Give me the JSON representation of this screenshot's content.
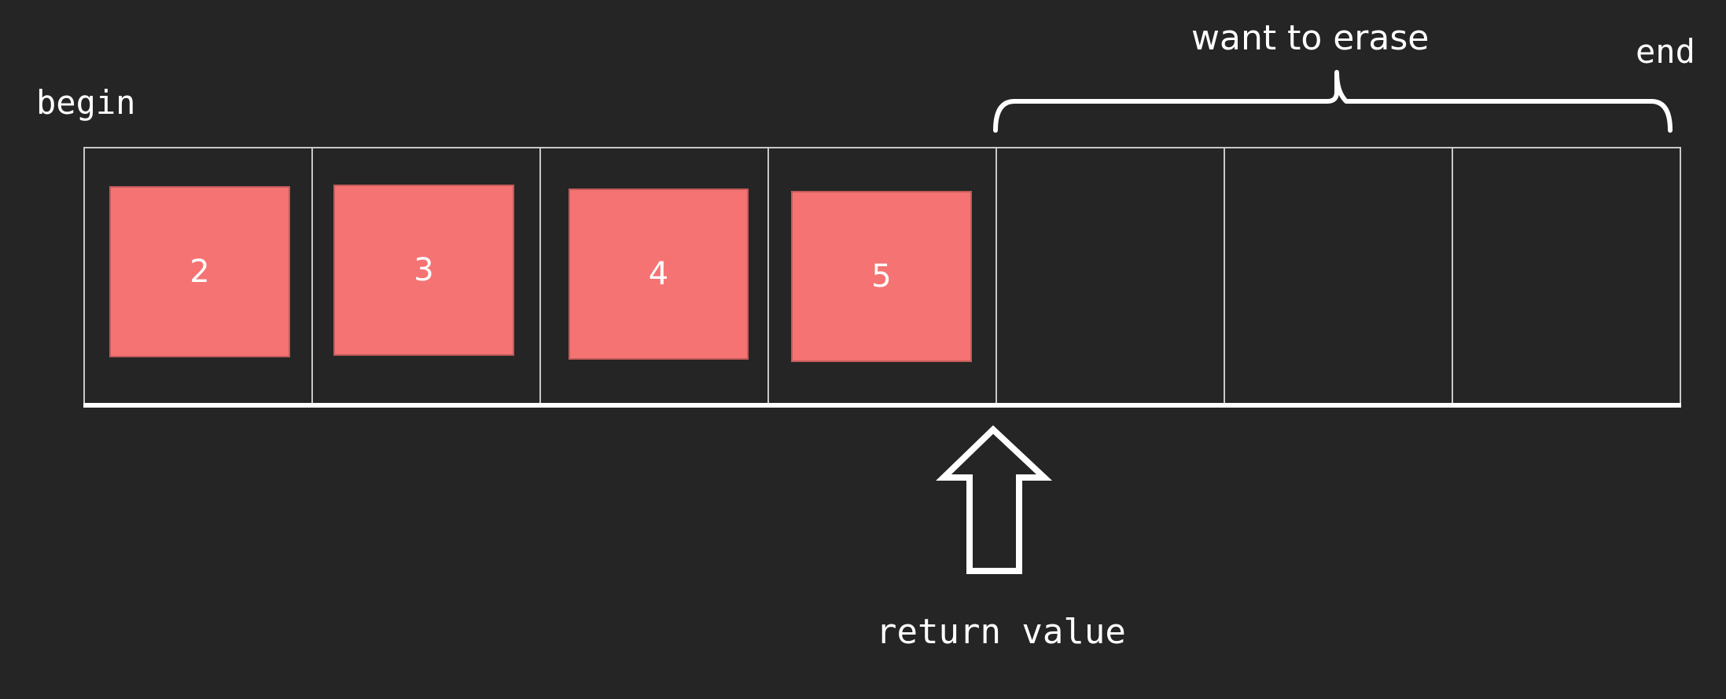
{
  "labels": {
    "begin": "begin",
    "end": "end",
    "want_to_erase": "want to erase",
    "return_value": "return value"
  },
  "cells": [
    {
      "value": "2"
    },
    {
      "value": "3"
    },
    {
      "value": "4"
    },
    {
      "value": "5"
    },
    {
      "value": ""
    },
    {
      "value": ""
    },
    {
      "value": ""
    }
  ],
  "colors": {
    "background": "#252525",
    "element_fill": "#f57373",
    "lines": "#ffffff"
  }
}
